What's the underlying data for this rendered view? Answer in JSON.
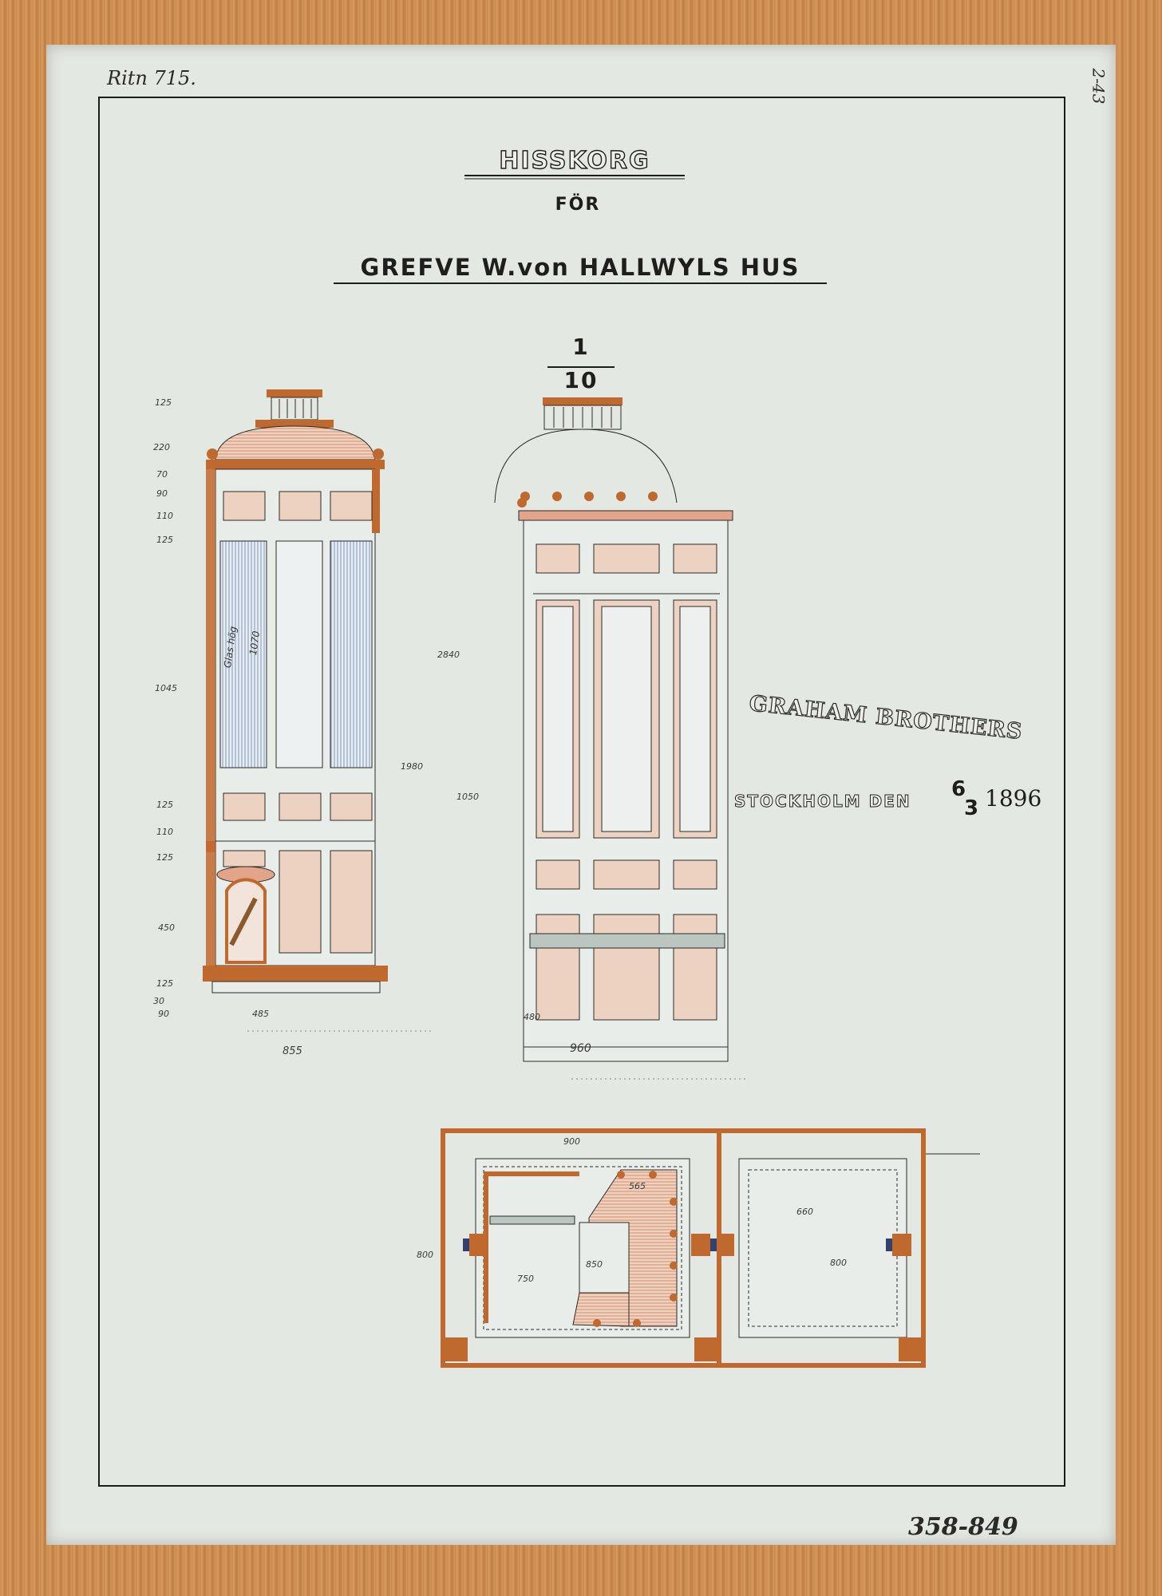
{
  "sheet": {
    "ref_note": "Ritn 715.",
    "corner_note": "2-43",
    "title": "HISSKORG",
    "subtitle": "FÖR",
    "client": "GREFVE W.von HALLWYLS HUS",
    "scale_num": "1",
    "scale_den": "10",
    "maker": "GRAHAM BROTHERS",
    "place_date": "STOCKHOLM DEN",
    "date_frac_num": "6",
    "date_frac_den": "3",
    "year": "1896",
    "inventory": "358-849"
  },
  "dimensions": {
    "side_left": [
      "125",
      "220",
      "70",
      "90",
      "110",
      "125",
      "1045",
      "125",
      "110",
      "125",
      "450",
      "125",
      "30",
      "90"
    ],
    "side_width": "855",
    "side_base": "485",
    "glass_note": "Glas hög",
    "glass_height": "1070",
    "side_height": "1980",
    "front_total": "2840",
    "front_mid": "1050",
    "front_width": "960",
    "front_base": "480",
    "plan_top": "900",
    "plan_565": "565",
    "plan_850": "850",
    "plan_750": "750",
    "plan_left": "800",
    "plan_660": "660",
    "plan_right": "800"
  },
  "colors": {
    "ink": "#2b2a28",
    "copper": "#c0692f",
    "salmon": "#e2a58a",
    "glass": "#8ea6c8",
    "paper": "#e4e8e3",
    "frame": "#c98a4e"
  }
}
